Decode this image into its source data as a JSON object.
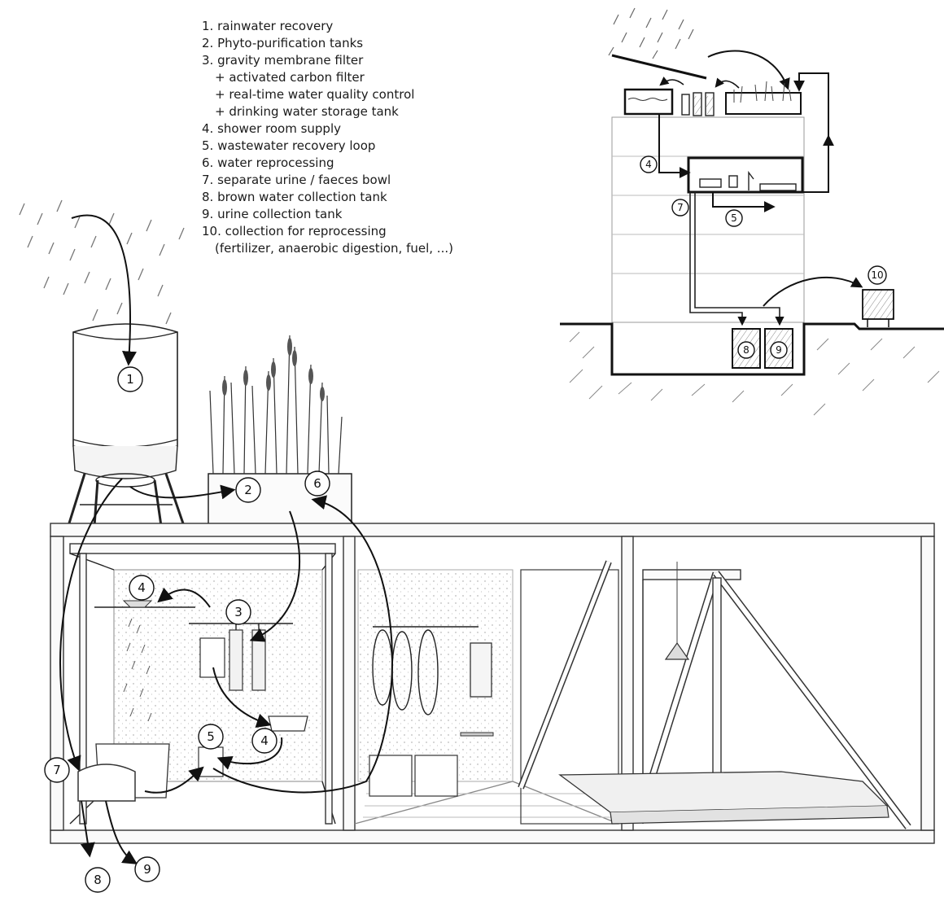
{
  "legend": [
    {
      "text": "1. rainwater recovery",
      "sub": false
    },
    {
      "text": "2. Phyto-purification tanks",
      "sub": false
    },
    {
      "text": "3. gravity membrane filter",
      "sub": false
    },
    {
      "text": "+ activated carbon filter",
      "sub": true
    },
    {
      "text": "+ real-time water quality control",
      "sub": true
    },
    {
      "text": "+ drinking water storage tank",
      "sub": true
    },
    {
      "text": "4. shower room supply",
      "sub": false
    },
    {
      "text": "5. wastewater recovery loop",
      "sub": false
    },
    {
      "text": "6. water reprocessing",
      "sub": false
    },
    {
      "text": "7. separate urine / faeces bowl",
      "sub": false
    },
    {
      "text": "8. brown water collection tank",
      "sub": false
    },
    {
      "text": "9. urine collection tank",
      "sub": false
    },
    {
      "text": "10. collection for reprocessing",
      "sub": false
    },
    {
      "text": "(fertilizer, anaerobic digestion, fuel, ...)",
      "sub": true
    }
  ],
  "main_markers": {
    "m1": "1",
    "m2": "2",
    "m3": "3",
    "m4a": "4",
    "m4b": "4",
    "m5": "5",
    "m6": "6",
    "m7": "7",
    "m8": "8",
    "m9": "9"
  },
  "section_markers": {
    "s4": "4",
    "s5": "5",
    "s7": "7",
    "s8": "8",
    "s9": "9",
    "s10": "10"
  }
}
